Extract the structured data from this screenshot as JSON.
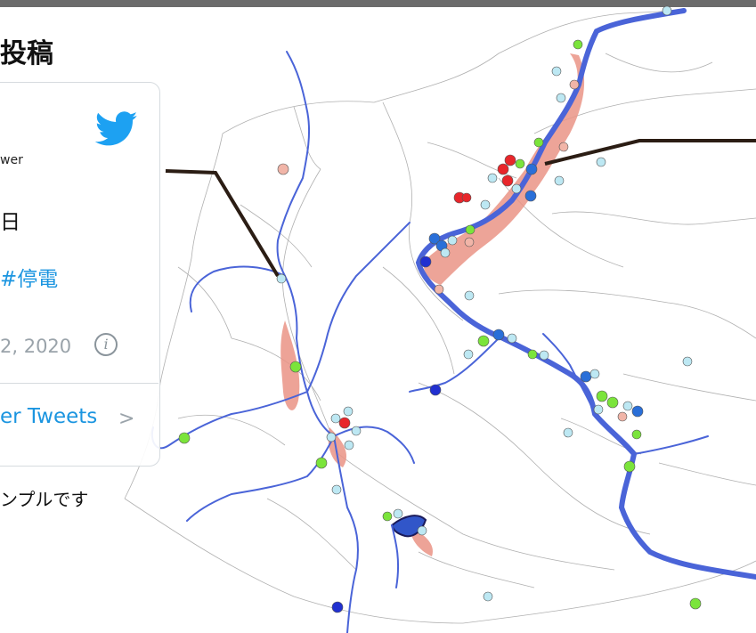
{
  "tweet_embed": {
    "title_fragment": "投稿",
    "user_suffix": "wer",
    "text_fragment": "日",
    "hashtag_fragment": "#停電",
    "date_fragment": "2, 2020",
    "more_link_fragment": "er Tweets",
    "more_chevron": ">",
    "info_icon": "info-icon",
    "brand_icon": "twitter-bird-icon"
  },
  "caption": "ンプルです",
  "map": {
    "river_color": "#4a64d8",
    "boundary_color": "#a8a8a8",
    "flood_area_color": "#ea9486",
    "callout_line_color": "#2b1d14",
    "marker_colors": {
      "red": "#e8262b",
      "green": "#7be43b",
      "light_blue": "#bde8f3",
      "blue": "#2a6fd8",
      "dark_blue": "#2130d0",
      "pink": "#f1b5a8"
    }
  }
}
